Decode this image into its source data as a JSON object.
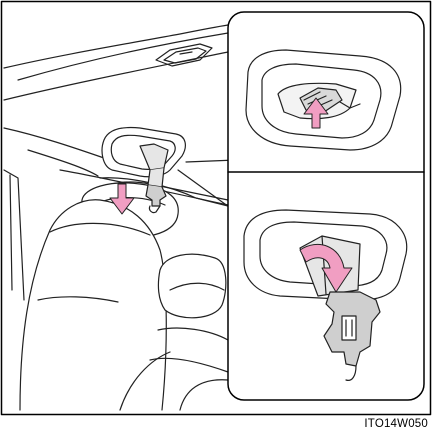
{
  "illustration": {
    "code": "ITO14W050",
    "arrow_color": "#f19ec2",
    "main_view": "seat-belt-anchor-ceiling",
    "inset_top": "release-lever-pushed-up",
    "inset_bottom": "tongue-stowed-in-holder"
  }
}
